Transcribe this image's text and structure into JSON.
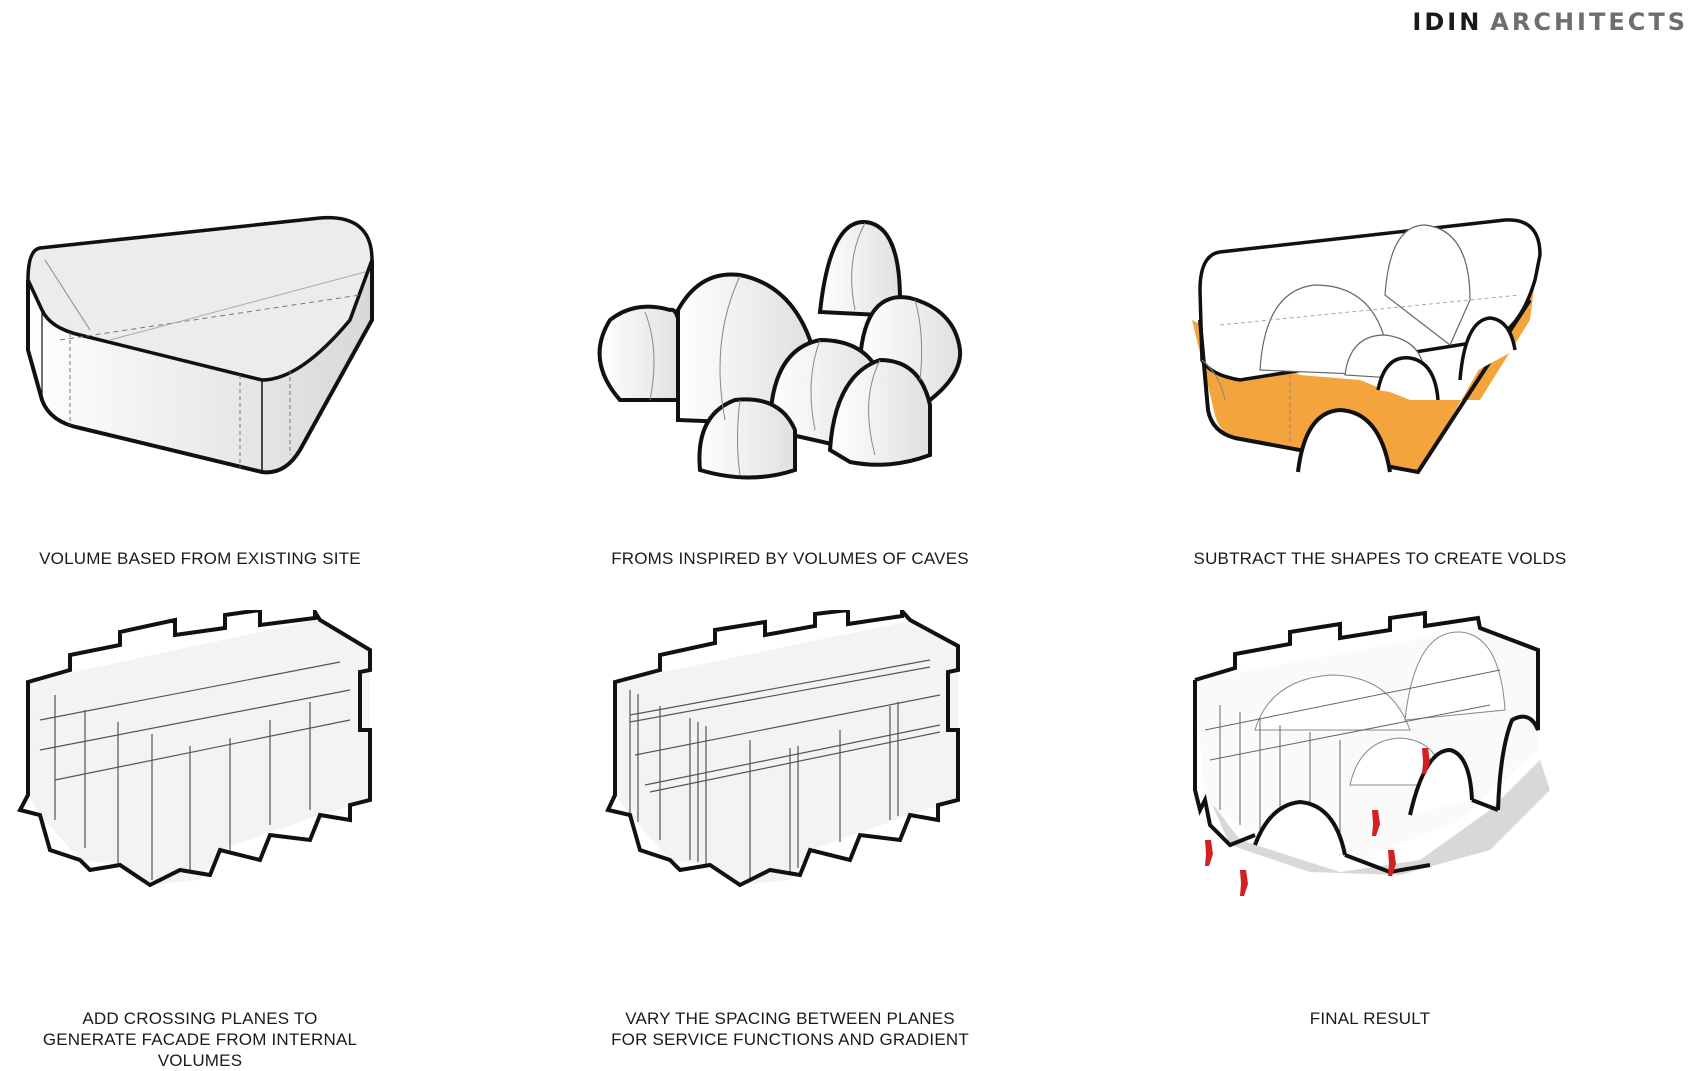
{
  "brand": {
    "name": "IDIN",
    "suffix": "ARCHITECTS"
  },
  "colors": {
    "void": "#f3a43c",
    "people": "#d42020",
    "outline": "#111111",
    "plane": "#eeeeee"
  },
  "steps": [
    {
      "caption": [
        "VOLUME BASED FROM EXISTING SITE"
      ]
    },
    {
      "caption": [
        "FROMS INSPIRED BY VOLUMES OF CAVES"
      ]
    },
    {
      "caption": [
        "SUBTRACT THE SHAPES TO CREATE VOLDS"
      ]
    },
    {
      "caption": [
        "ADD CROSSING PLANES TO",
        "GENERATE FACADE FROM INTERNAL VOLUMES"
      ]
    },
    {
      "caption": [
        "VARY THE SPACING BETWEEN PLANES",
        "FOR SERVICE FUNCTIONS AND GRADIENT"
      ]
    },
    {
      "caption": [
        "FINAL RESULT"
      ]
    }
  ]
}
